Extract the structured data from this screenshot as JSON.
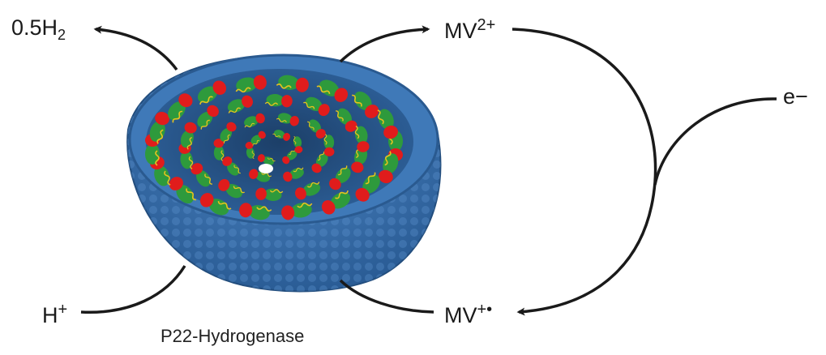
{
  "labels": {
    "h2": {
      "main": "0.5H",
      "sub": "2"
    },
    "mv2": {
      "main": "MV",
      "sup": "2+"
    },
    "electron": "e−",
    "proton": {
      "main": "H",
      "sup": "+"
    },
    "mvrad": {
      "main": "MV",
      "sup": "+•"
    }
  },
  "caption": "P22-Hydrogenase",
  "colors": {
    "capsid": "#3b73b1",
    "capsid_dark": "#234f80",
    "hydrogenase_large": "#2e9a3c",
    "hydrogenase_small": "#e01c1c",
    "helix": "#e4c21f",
    "arrow": "#1a1a1a"
  }
}
